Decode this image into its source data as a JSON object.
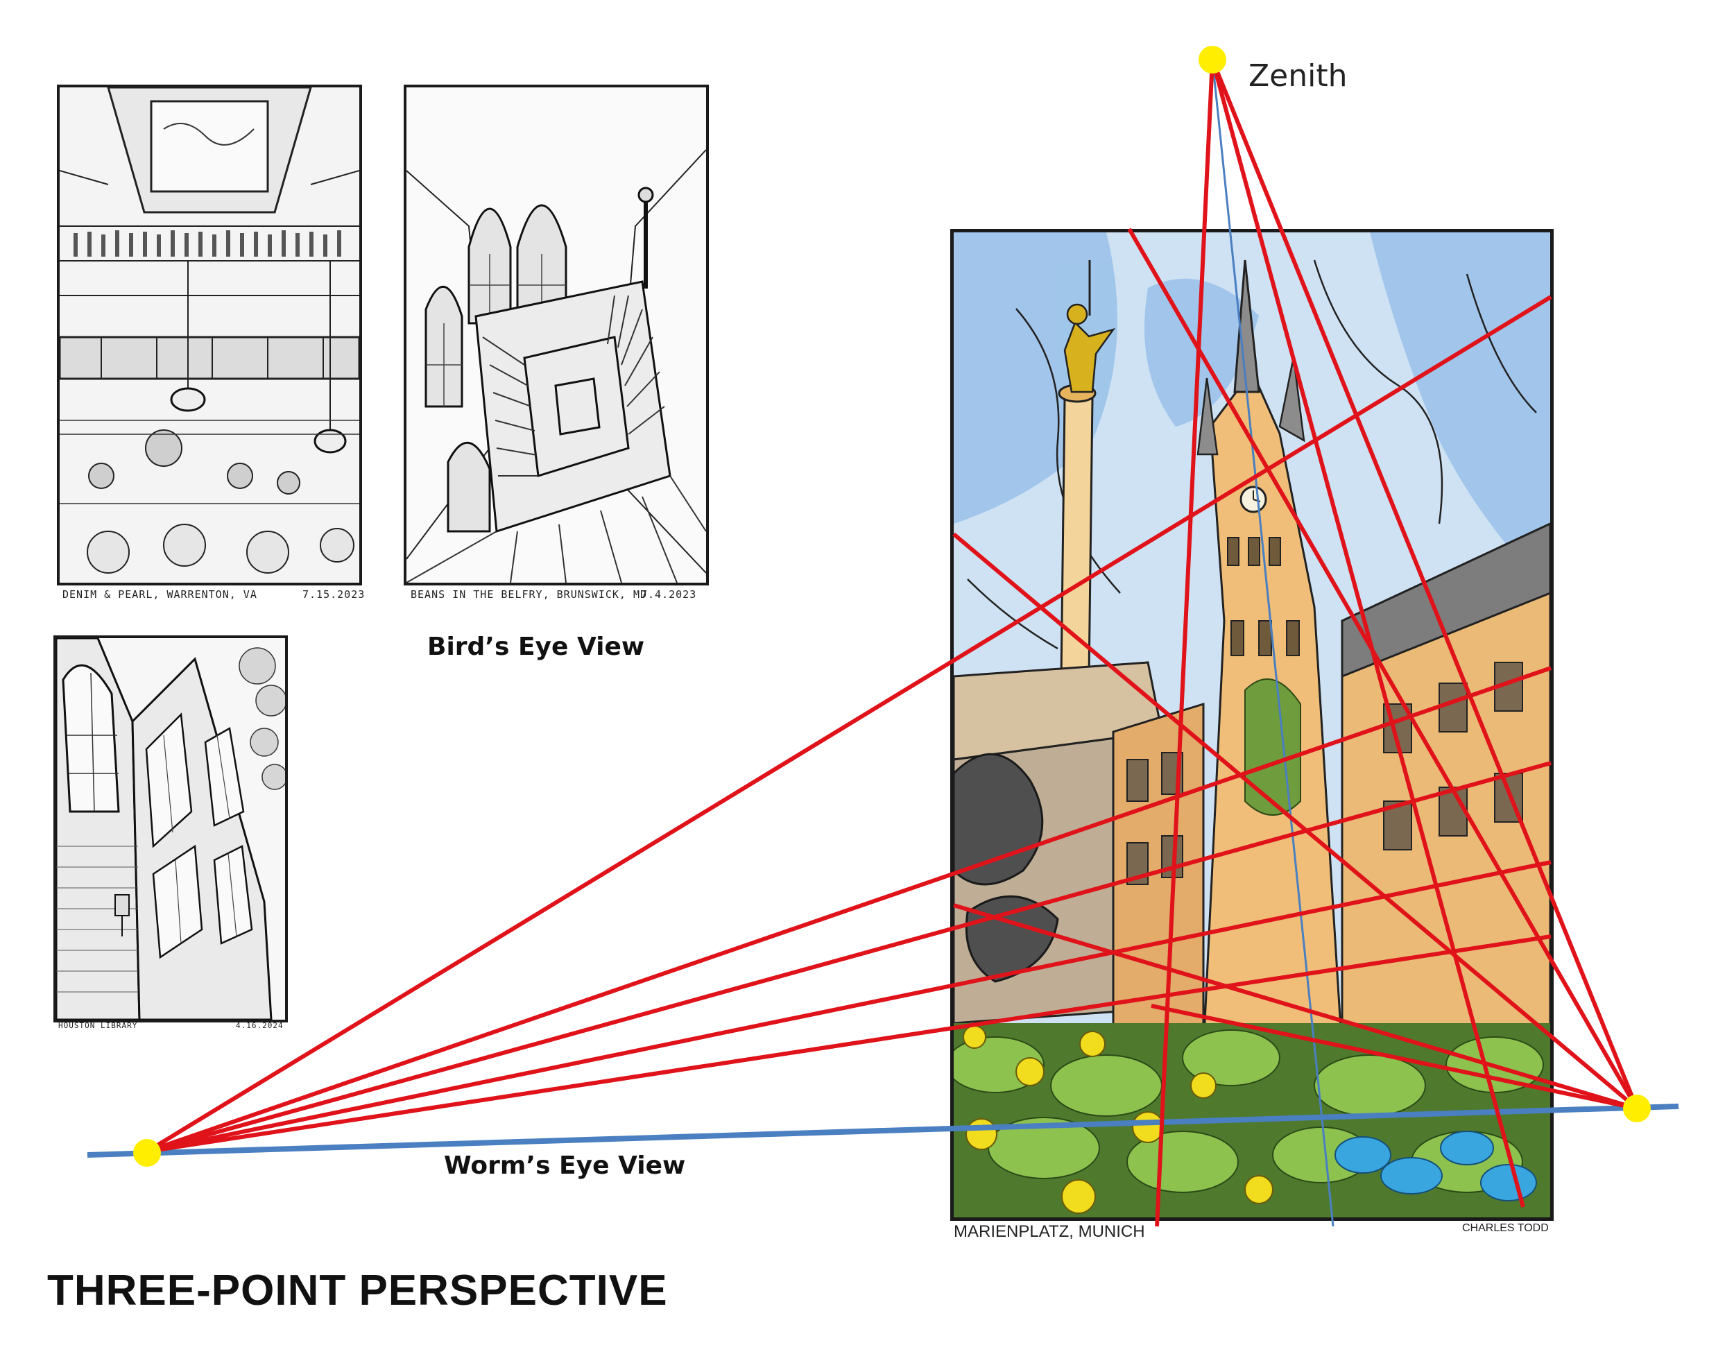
{
  "title": "THREE-POINT PERSPECTIVE",
  "labels": {
    "birds_eye": "Bird’s Eye View",
    "worms_eye": "Worm’s Eye View",
    "zenith": "Zenith"
  },
  "sketches": {
    "denim_pearl": {
      "caption": "DENIM & PEARL, WARRENTON, VA",
      "date": "7.15.2023"
    },
    "belfry": {
      "caption": "BEANS IN THE BELFRY, BRUNSWICK, MD",
      "date": "7.4.2023"
    },
    "library": {
      "caption": "HOUSTON LIBRARY",
      "date": "4.16.2024"
    },
    "munich": {
      "caption": "MARIENPLATZ, MUNICH",
      "artist": "CHARLES TODD"
    }
  },
  "colors": {
    "perspective_line": "#e0121a",
    "horizon_line": "#4a7fc1",
    "vanishing_point": "#ffee00",
    "ink": "#1a1a1a"
  }
}
